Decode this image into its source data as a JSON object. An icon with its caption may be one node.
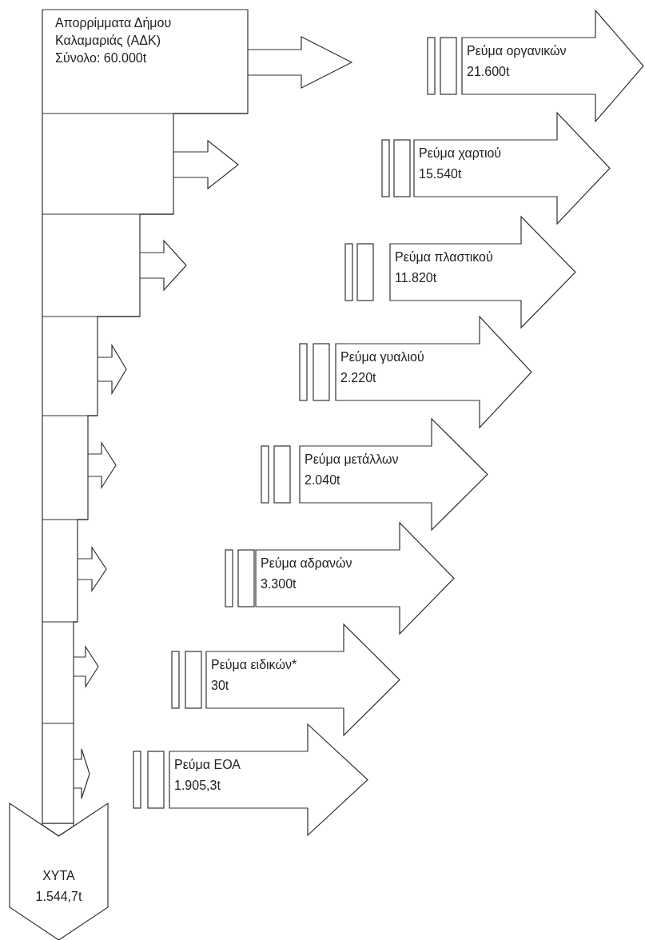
{
  "diagram": {
    "nodes": [
      {
        "text": [
          "Απορρίμματα Δήμου Καλαμαριάς (ΑΔΚ)",
          "Σύνολο: 60.000t"
        ]
      },
      {
        "text": [
          "Ρεύμα οργανικών",
          "21.600t"
        ]
      },
      {
        "text": [
          "Ρεύμα χαρτιού",
          "15.540t"
        ]
      },
      {
        "text": [
          "Ρεύμα πλαστικού",
          "11.820t"
        ]
      },
      {
        "text": [
          "Ρεύμα γυαλιού",
          "2.220t"
        ]
      },
      {
        "text": [
          "Ρεύμα μετάλλων",
          "2.040t"
        ]
      },
      {
        "text": [
          "Ρεύμα αδρανών",
          "3.300t"
        ]
      },
      {
        "text": [
          "Ρεύμα ειδικών*",
          "30t"
        ]
      },
      {
        "text": [
          "Ρεύμα ΕΟΑ",
          "1.905,3t"
        ]
      },
      {
        "text": [
          "ΧΥΤΑ",
          "1.544,7t"
        ]
      }
    ],
    "edges": [
      {
        "from": 0,
        "to": null,
        "arrow": "to"
      },
      {
        "from": 0,
        "to": null,
        "arrow": "to"
      },
      {
        "from": 0,
        "to": null,
        "arrow": "to"
      },
      {
        "from": 0,
        "to": null,
        "arrow": "to"
      },
      {
        "from": 0,
        "to": null,
        "arrow": "to"
      },
      {
        "from": 0,
        "to": null,
        "arrow": "to"
      },
      {
        "from": 0,
        "to": null,
        "arrow": "to"
      },
      {
        "from": 0,
        "to": null,
        "arrow": "to"
      },
      {
        "from": 0,
        "to": 9,
        "arrow": "none"
      }
    ]
  }
}
